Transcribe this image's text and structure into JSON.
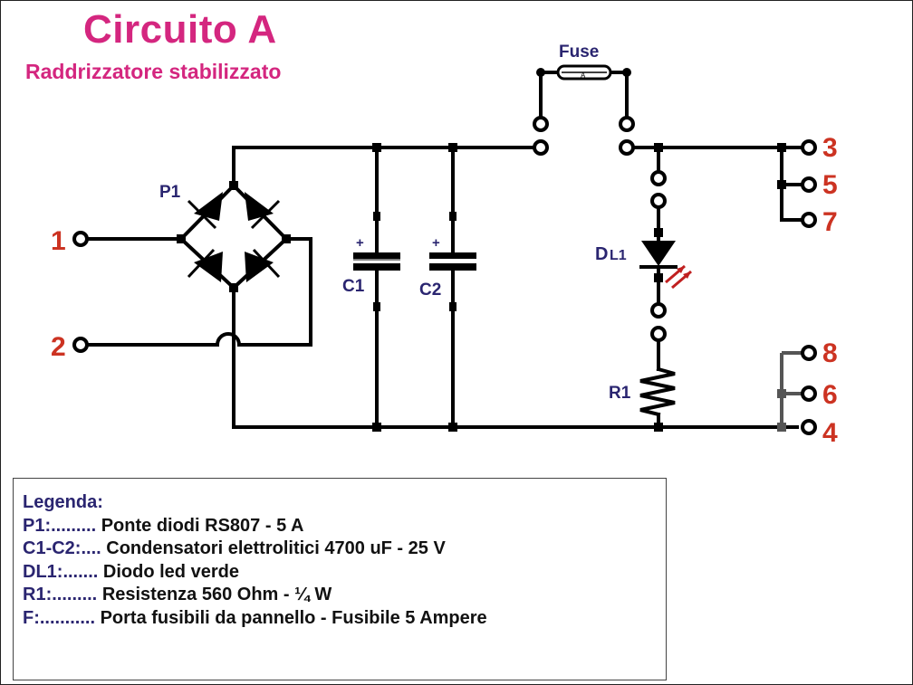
{
  "title": "Circuito A",
  "subtitle": "Raddrizzatore stabilizzato",
  "labels": {
    "fuse": "Fuse",
    "fuse_mark": "A",
    "bridge": "P1",
    "c1": "C1",
    "c2": "C2",
    "led_d": "D",
    "led_rest": "L1",
    "r1": "R1",
    "plus": "+"
  },
  "terminals": {
    "t1": "1",
    "t2": "2",
    "t3": "3",
    "t4": "4",
    "t5": "5",
    "t6": "6",
    "t7": "7",
    "t8": "8"
  },
  "legend": {
    "title": "Legenda:",
    "rows": [
      {
        "key": "P1:.........",
        "value": "Ponte diodi RS807 - 5 A"
      },
      {
        "key": "C1-C2:....",
        "value": "Condensatori elettrolitici 4700 uF - 25 V"
      },
      {
        "key": "DL1:.......",
        "value": "Diodo led verde"
      },
      {
        "key": "R1:.........",
        "value": "Resistenza 560 Ohm - ¼ W"
      },
      {
        "key": "F:...........",
        "value": "Porta fusibili da pannello - Fusibile 5  Ampere"
      }
    ]
  },
  "colors": {
    "title": "#d4267f",
    "component_label": "#2a2570",
    "terminal_label": "#cc3322",
    "wire": "#000000",
    "led_arrow": "#c02020"
  }
}
